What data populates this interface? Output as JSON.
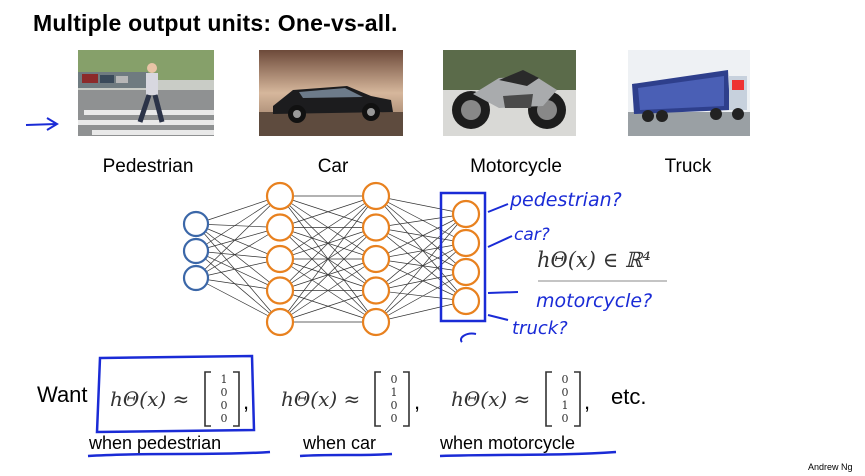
{
  "slide": {
    "title": "Multiple output units: One-vs-all.",
    "credit": "Andrew Ng"
  },
  "images": [
    {
      "label": "Pedestrian"
    },
    {
      "label": "Car"
    },
    {
      "label": "Motorcycle"
    },
    {
      "label": "Truck"
    }
  ],
  "network": {
    "layer_sizes": [
      3,
      5,
      5,
      4
    ],
    "input_color": "#3b67a8",
    "hidden_color": "#e8811f",
    "output_box_color": "#1a2bd6"
  },
  "annotations": {
    "out1": "pedestrian?",
    "out2": "car?",
    "out3": "motorcycle?",
    "out4": "truck?",
    "hypothesis": "hΘ(x) ∈ ℝ⁴"
  },
  "equation": {
    "want": "Want",
    "h_lhs": "hΘ(x) ≈",
    "vec1": [
      "1",
      "0",
      "0",
      "0"
    ],
    "vec2": [
      "0",
      "1",
      "0",
      "0"
    ],
    "vec3": [
      "0",
      "0",
      "1",
      "0"
    ],
    "etc": "etc.",
    "when1": "when pedestrian",
    "when2": "when car",
    "when3": "when motorcycle"
  }
}
